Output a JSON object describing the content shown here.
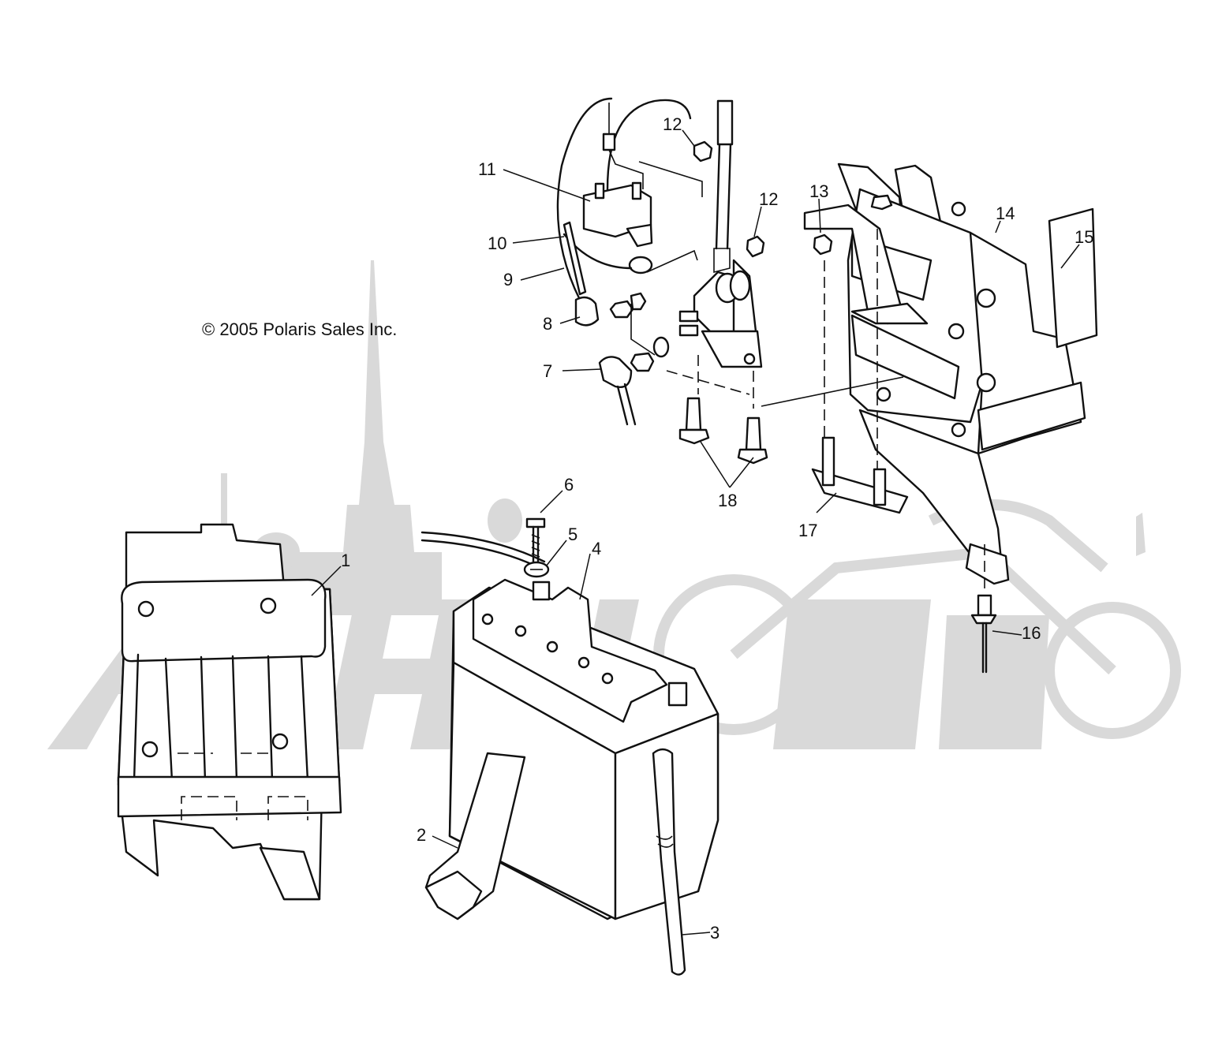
{
  "copyright": "© 2005 Polaris Sales Inc.",
  "colors": {
    "line": "#111111",
    "watermark": "#d9d9d9",
    "background": "#ffffff"
  },
  "callouts": [
    "1",
    "2",
    "3",
    "4",
    "5",
    "6",
    "7",
    "8",
    "9",
    "10",
    "11",
    "12",
    "12",
    "13",
    "14",
    "15",
    "16",
    "17",
    "18"
  ]
}
